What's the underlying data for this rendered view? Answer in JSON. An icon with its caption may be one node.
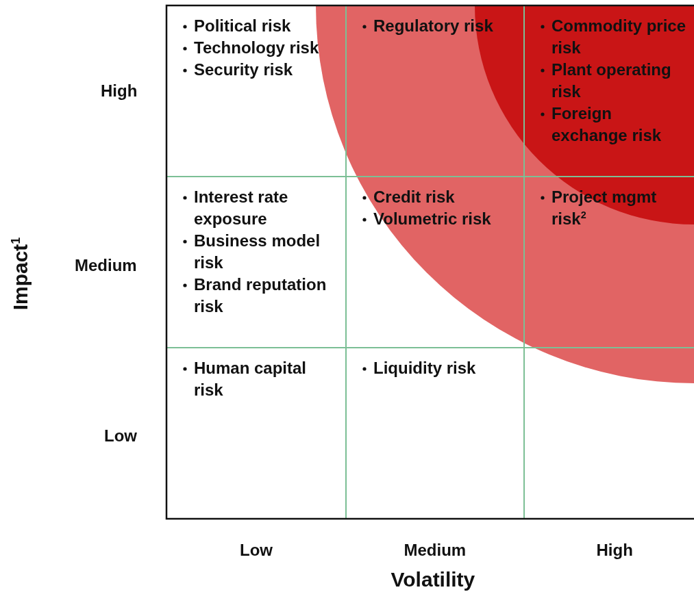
{
  "diagram": {
    "nodes": [
      {
        "text": [
          "Political risk",
          "Technology risk",
          "Security risk"
        ]
      },
      {
        "text": [
          "Regulatory risk"
        ]
      },
      {
        "text": [
          "Commodity price risk",
          "Plant operating risk",
          "Foreign exchange risk"
        ]
      },
      {
        "text": [
          "Interest rate exposure",
          "Business model risk",
          "Brand reputation risk"
        ]
      },
      {
        "text": [
          "Credit risk",
          "Volumetric risk"
        ]
      },
      {
        "text": [
          "Project mgmt risk$^{2}$"
        ]
      },
      {
        "text": [
          "Human capital risk"
        ]
      },
      {
        "text": [
          "Liquidity risk"
        ]
      }
    ],
    "edges": [],
    "labels": [
      "High",
      "Medium",
      "Low",
      "Impact$^{1}$",
      "Low",
      "Medium",
      "High",
      "Volatility"
    ]
  }
}
